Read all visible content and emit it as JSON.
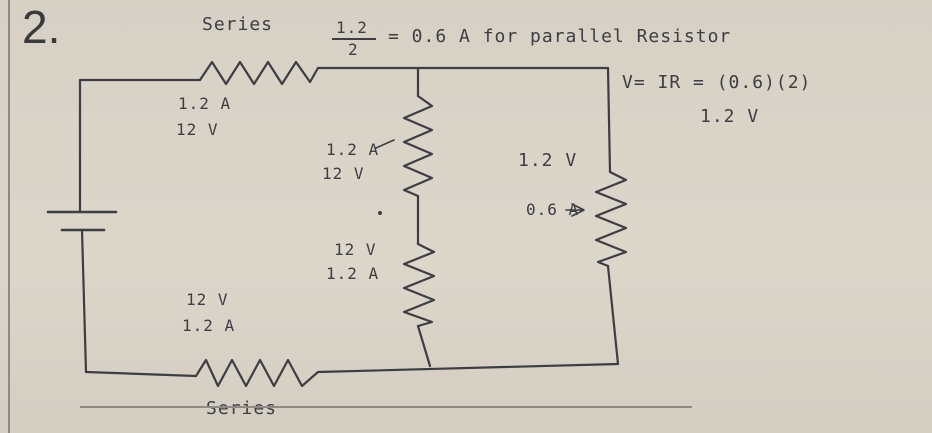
{
  "problem": {
    "number": "2."
  },
  "header": {
    "series_label": "Series",
    "fraction_top": "1.2",
    "fraction_bottom": "2",
    "parallel_text": "= 0.6 A for parallel Resistor"
  },
  "calc": {
    "line1": "V= IR = (0.6)(2)",
    "line2": "1.2 V"
  },
  "annotations": {
    "top_series_current": "1.2 A",
    "top_series_voltage": "12 V",
    "mid_upper_current": "1.2 A",
    "mid_upper_voltage": "12 V",
    "mid_lower_voltage": "12 V",
    "mid_lower_current": "1.2 A",
    "right_voltage": "1.2 V",
    "right_current": "0.6 A",
    "bottom_series_voltage": "12 V",
    "bottom_series_current": "1.2 A",
    "bottom_series_label": "Series"
  },
  "colors": {
    "ink": "#3d3d42",
    "paper": "#d9d3c8"
  }
}
